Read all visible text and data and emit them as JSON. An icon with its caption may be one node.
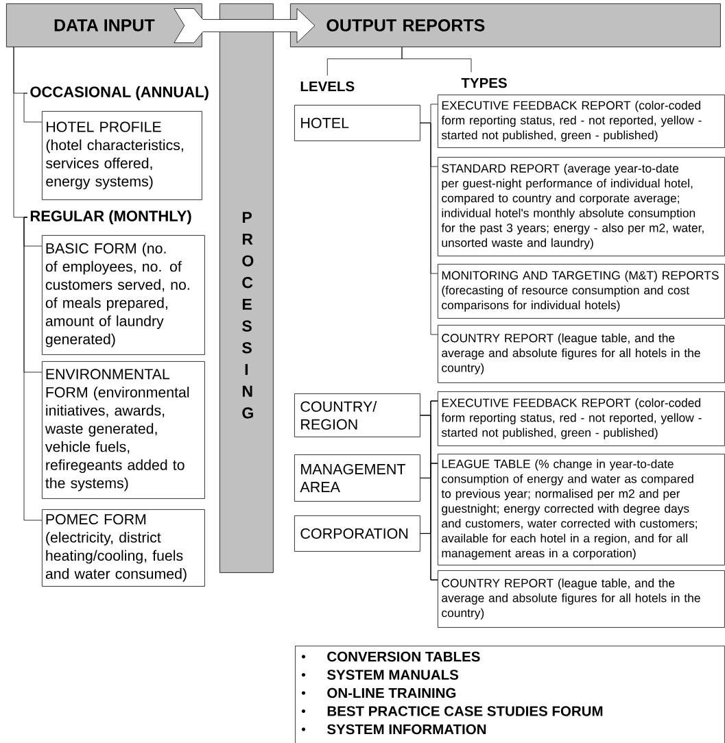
{
  "diagram": {
    "nodes": [
      {
        "text": [
          "DATA INPUT"
        ]
      },
      {
        "text": [
          "P R O C E S S I N G"
        ]
      },
      {
        "text": [
          "OUTPUT REPORTS"
        ]
      },
      {
        "text": [
          "OCCASIONAL (ANNUAL)"
        ]
      },
      {
        "text": [
          "HOTEL PROFILE (hotel characteristics, services offered, energy systems)"
        ]
      },
      {
        "text": [
          "REGULAR (MONTHLY)"
        ]
      },
      {
        "text": [
          "BASIC FORM (no. of employees, no. of customers served, no. of meals prepared, amount of laundry generated)"
        ]
      },
      {
        "text": [
          "ENVIRONMENTAL FORM (environmental initiatives, awards, waste generated, vehicle fuels, refiregeants added to the systems)"
        ]
      },
      {
        "text": [
          "POMEC FORM (electricity, district heating/cooling, fuels and water consumed)"
        ]
      },
      {
        "text": [
          "LEVELS"
        ]
      },
      {
        "text": [
          "TYPES"
        ]
      },
      {
        "text": [
          "HOTEL"
        ]
      },
      {
        "text": [
          "COUNTRY/ REGION"
        ]
      },
      {
        "text": [
          "MANAGEMENT AREA"
        ]
      },
      {
        "text": [
          "CORPORATION"
        ]
      },
      {
        "text": [
          "EXECUTIVE FEEDBACK REPORT (color-coded form reporting status, red - not reported, yellow - started not published, green - published)"
        ]
      },
      {
        "text": [
          "STANDARD REPORT (average year-to-date per guest-night performance of individual hotel, compared to country and corporate average; individual hotel's monthly absolute consumption for the past 3 years; energy - also per m2, water, unsorted waste and laundry)"
        ]
      },
      {
        "text": [
          "MONITORING AND TARGETING (M&T) REPORTS (forecasting of resource consumption and cost comparisons for individual hotels)"
        ]
      },
      {
        "text": [
          "COUNTRY REPORT (league table, and the average and absolute figures for all hotels in the country)"
        ]
      },
      {
        "text": [
          "EXECUTIVE FEEDBACK REPORT (color-coded form reporting status, red - not reported, yellow - started not published, green - published)"
        ]
      },
      {
        "text": [
          "LEAGUE TABLE (% change in year-to-date consumption of energy and water as compared to previous year; normalised per m2 and per guestnight; energy corrected with degree days and customers, water corrected with customers; available for each hotel in a region, and for all management areas in a corporation)"
        ]
      },
      {
        "text": [
          "COUNTRY REPORT (league table, and the average and absolute figures for all hotels in the country)"
        ]
      },
      {
        "text": [
          "CONVERSION TABLES",
          "SYSTEM MANUALS",
          "ON-LINE TRAINING",
          "BEST PRACTICE CASE STUDIES FORUM",
          "SYSTEM INFORMATION"
        ]
      }
    ],
    "edges": [
      {
        "from": 0,
        "to": 2,
        "arrow": "to"
      },
      {
        "from": 0,
        "to": 3,
        "arrow": "none"
      },
      {
        "from": 3,
        "to": 4,
        "arrow": "none"
      },
      {
        "from": 0,
        "to": 5,
        "arrow": "none"
      },
      {
        "from": 5,
        "to": 6,
        "arrow": "none"
      },
      {
        "from": 5,
        "to": 7,
        "arrow": "none"
      },
      {
        "from": 5,
        "to": 8,
        "arrow": "none"
      },
      {
        "from": 2,
        "to": 9,
        "arrow": "none"
      },
      {
        "from": 2,
        "to": 10,
        "arrow": "none"
      },
      {
        "from": 11,
        "to": 15,
        "arrow": "none"
      },
      {
        "from": 11,
        "to": 16,
        "arrow": "none"
      },
      {
        "from": 11,
        "to": 17,
        "arrow": "none"
      },
      {
        "from": 11,
        "to": 18,
        "arrow": "none"
      },
      {
        "from": 12,
        "to": 19,
        "arrow": "none"
      },
      {
        "from": 12,
        "to": 20,
        "arrow": "none"
      },
      {
        "from": 12,
        "to": 21,
        "arrow": "none"
      },
      {
        "from": 13,
        "to": 19,
        "arrow": "none"
      },
      {
        "from": 13,
        "to": 20,
        "arrow": "none"
      },
      {
        "from": 13,
        "to": 21,
        "arrow": "none"
      },
      {
        "from": 14,
        "to": 19,
        "arrow": "none"
      },
      {
        "from": 14,
        "to": 20,
        "arrow": "none"
      },
      {
        "from": 14,
        "to": 21,
        "arrow": "none"
      }
    ]
  }
}
